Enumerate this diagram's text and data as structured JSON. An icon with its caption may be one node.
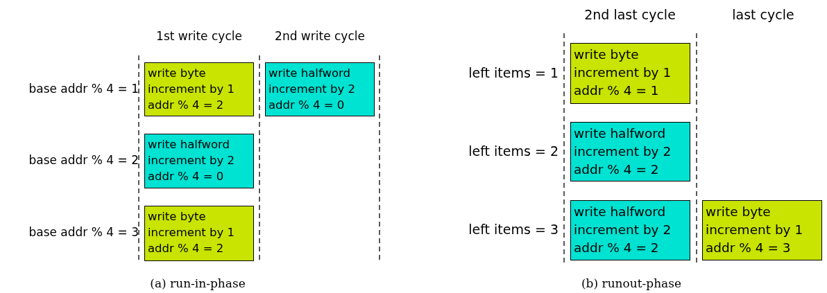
{
  "diagram": {
    "nodes": [
      {
        "text": [
          "write byte increment by 1 addr % 4 = 2"
        ]
      },
      {
        "text": [
          "write halfword increment by 2 addr % 4 = 0"
        ]
      },
      {
        "text": [
          "write halfword increment by 2 addr % 4 = 0"
        ]
      },
      {
        "text": [
          "write byte increment by 1 addr % 4 = 2"
        ]
      },
      {
        "text": [
          "write byte increment by 1 addr % 4 = 1"
        ]
      },
      {
        "text": [
          "write halfword increment by 2 addr % 4 = 2"
        ]
      },
      {
        "text": [
          "write halfword increment by 2 addr % 4 = 2"
        ]
      },
      {
        "text": [
          "write byte increment by 1 addr % 4 = 3"
        ]
      }
    ],
    "labels": [
      "1st write cycle",
      "2nd write cycle",
      "base addr % 4 = 1",
      "base addr % 4 = 2",
      "base addr % 4 = 3",
      "(a) run-in-phase",
      "2nd last cycle",
      "last cycle",
      "left items = 1",
      "left items = 2",
      "left items = 3",
      "(b) runout-phase"
    ]
  }
}
